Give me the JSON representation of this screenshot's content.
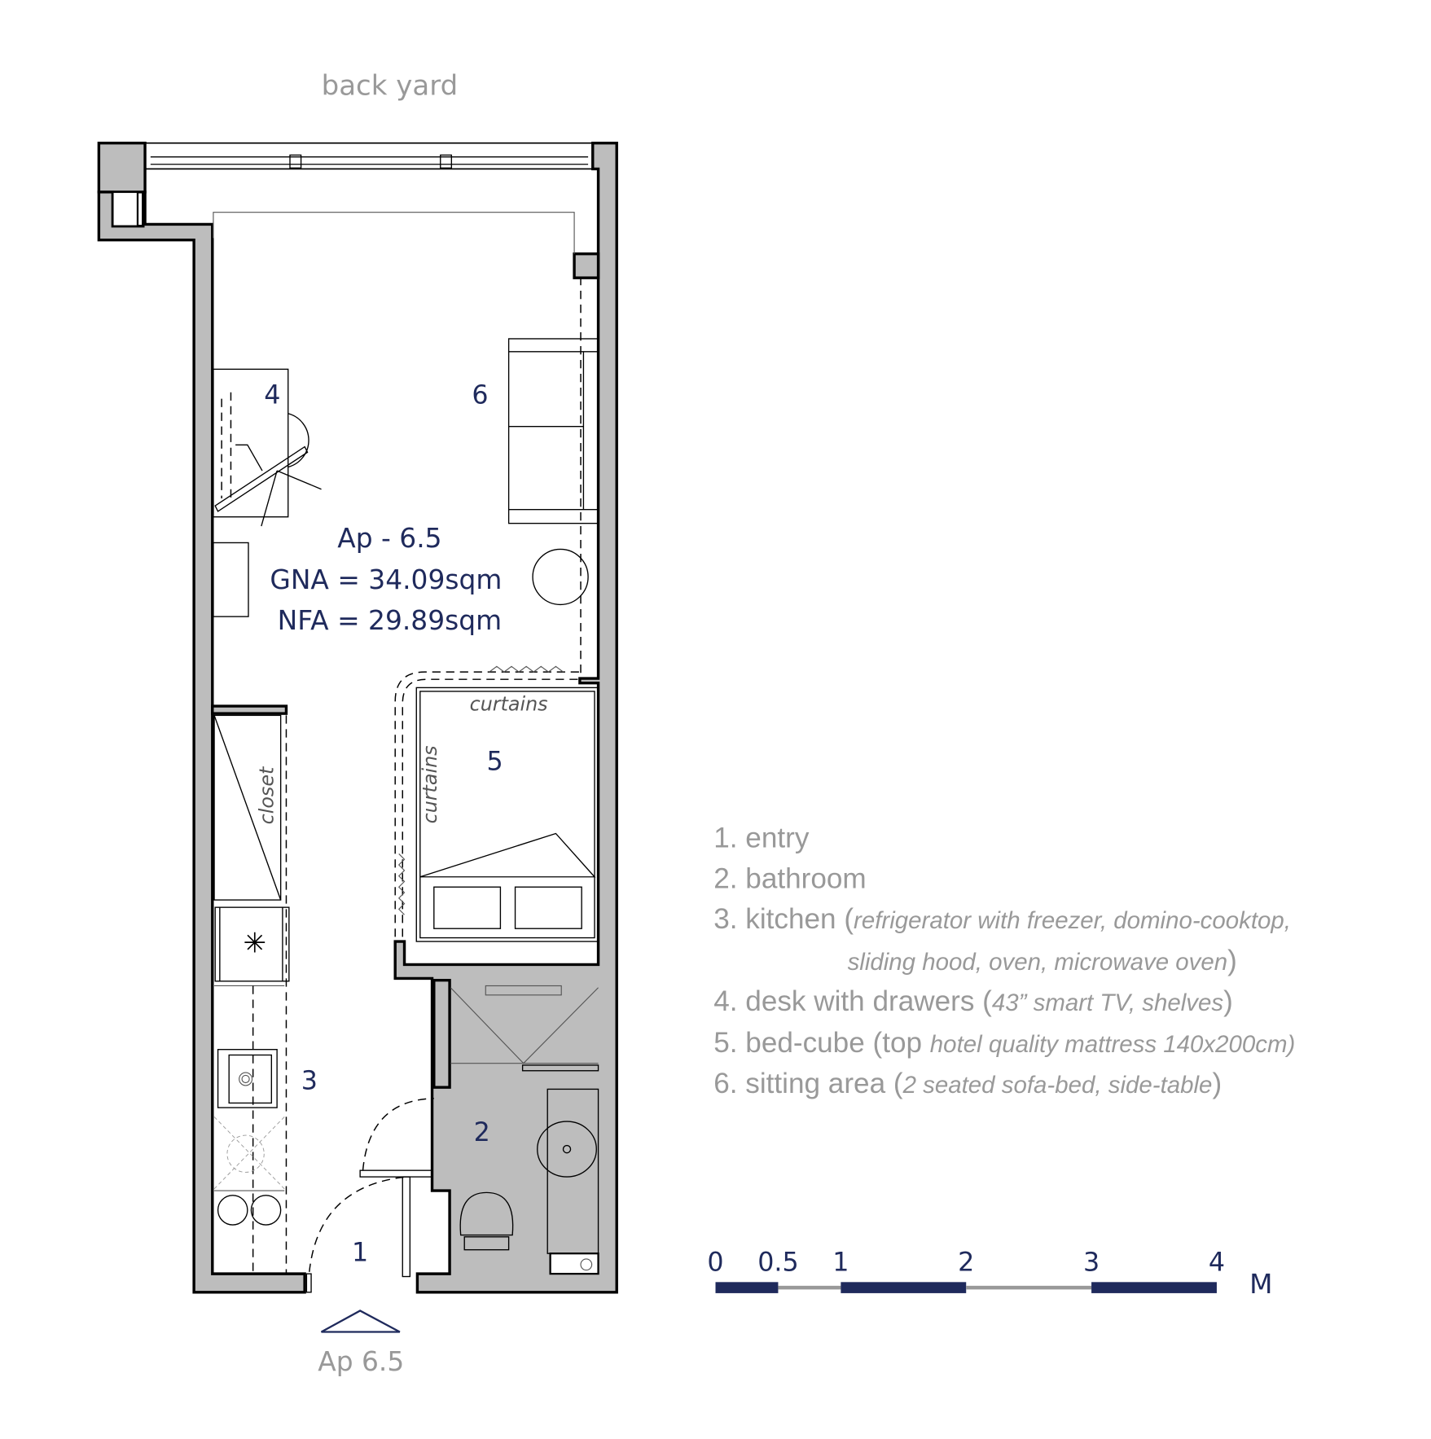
{
  "plan": {
    "back_yard": "back yard",
    "entrance_label": "Ap 6.5",
    "title": "Ap - 6.5",
    "gna": "GNA = 34.09sqm",
    "nfa": "NFA = 29.89sqm",
    "rooms": {
      "r1": "1",
      "r2": "2",
      "r3": "3",
      "r4": "4",
      "r5": "5",
      "r6": "6"
    },
    "curtains_top": "curtains",
    "curtains_side": "curtains",
    "closet": "closet"
  },
  "legend": [
    {
      "num": "1.",
      "name": "entry"
    },
    {
      "num": "2.",
      "name": "bathroom"
    },
    {
      "num": "3.",
      "name": "kitchen (",
      "detail": "refrigerator with freezer, domino-cooktop,",
      "detail2": "sliding hood, oven, microwave oven",
      "close": ")"
    },
    {
      "num": "4.",
      "name": "desk with drawers (",
      "detail": "43” smart TV, shelves",
      "close": ")"
    },
    {
      "num": "5.",
      "name": "bed-cube (top ",
      "detail": "hotel quality mattress 140x200cm)"
    },
    {
      "num": "6.",
      "name": "sitting area (",
      "detail": "2 seated sofa-bed, side-table",
      "close": ")"
    }
  ],
  "scale": {
    "unit": "M",
    "ticks": [
      {
        "value": 0,
        "label": "0"
      },
      {
        "value": 0.5,
        "label": "0.5"
      },
      {
        "value": 1,
        "label": "1"
      },
      {
        "value": 2,
        "label": "2"
      },
      {
        "value": 3,
        "label": "3"
      },
      {
        "value": 4,
        "label": "4"
      }
    ],
    "segments": [
      {
        "from": 0,
        "to": 0.5,
        "color": "#1f2a5c"
      },
      {
        "from": 0.5,
        "to": 1,
        "color": "#999999"
      },
      {
        "from": 1,
        "to": 2,
        "color": "#1f2a5c"
      },
      {
        "from": 2,
        "to": 3,
        "color": "#999999"
      },
      {
        "from": 3,
        "to": 4,
        "color": "#1f2a5c"
      }
    ]
  },
  "colors": {
    "navy": "#1f2a5c",
    "grey_text": "#999999",
    "wall": "#bdbdbd"
  }
}
